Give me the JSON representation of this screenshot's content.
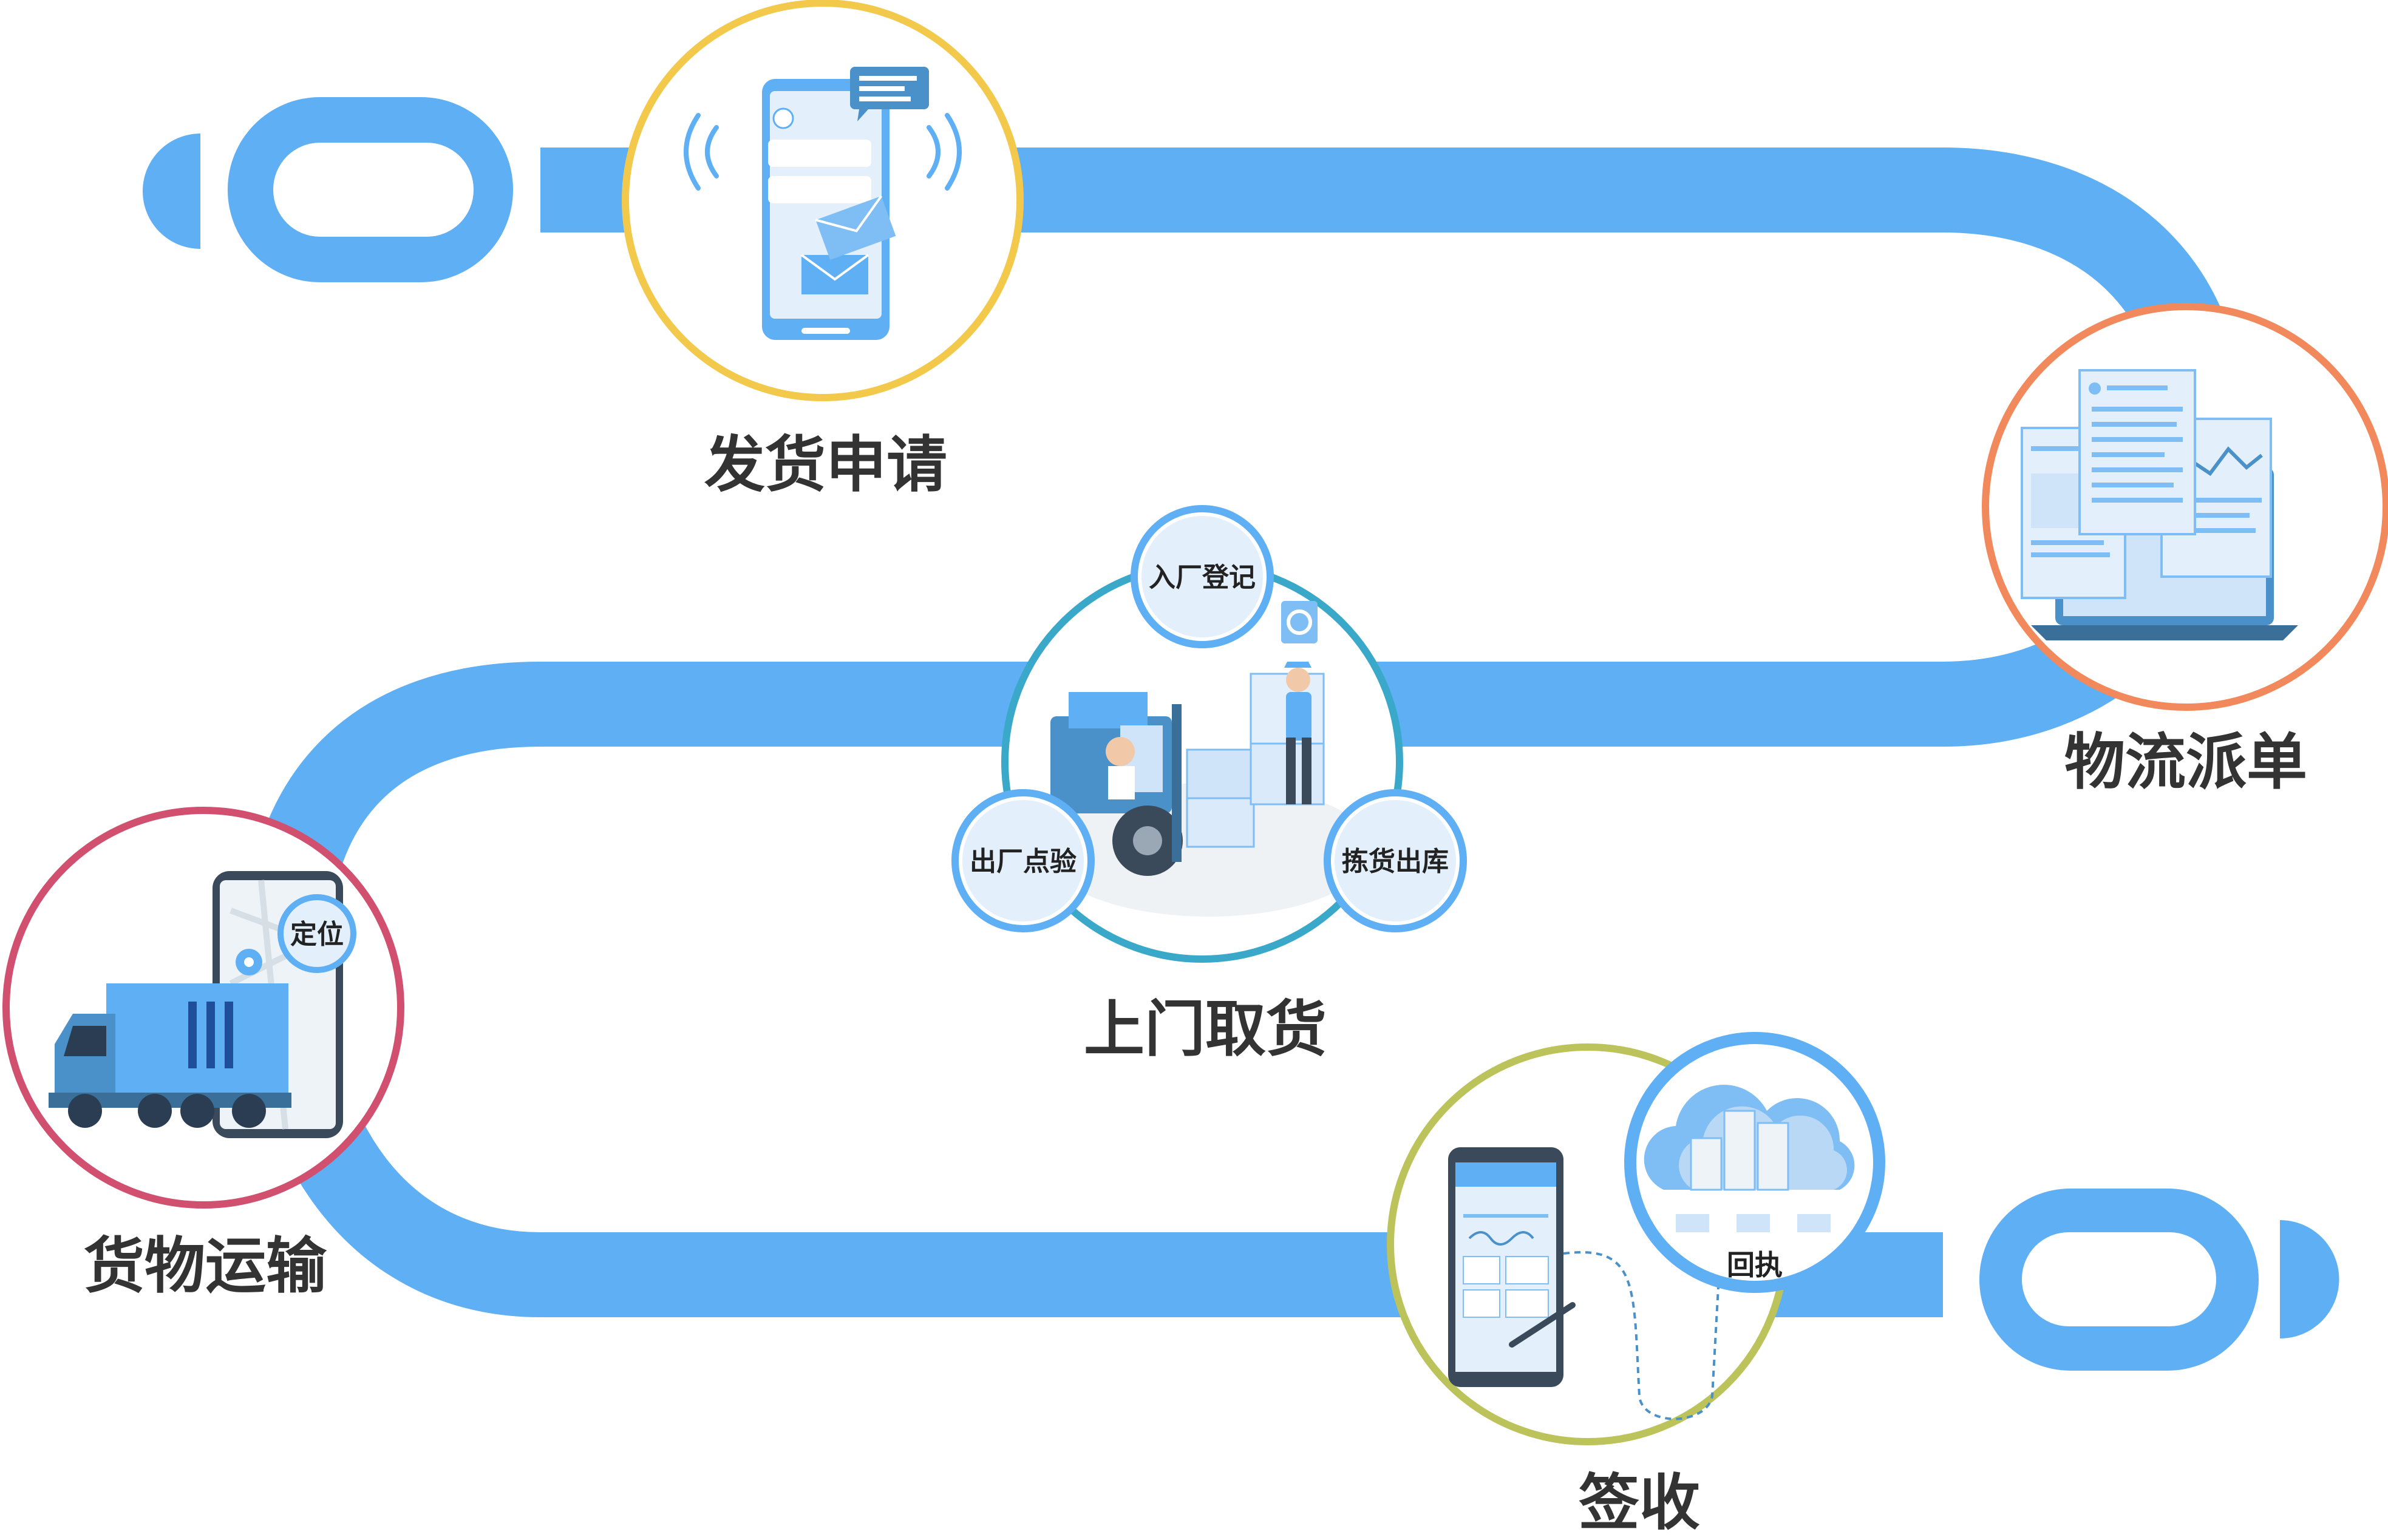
{
  "steps": {
    "apply": "发货申请",
    "dispatch": "物流派单",
    "pickup": "上门取货",
    "transport": "货物运输",
    "sign": "签收"
  },
  "substeps": {
    "entry": "入厂登记",
    "exit_check": "出厂点验",
    "picking": "拣货出库",
    "locate": "定位",
    "receipt": "回执"
  },
  "colors": {
    "track": "#5eaff3",
    "apply_ring": "#f3c94b",
    "dispatch_ring": "#f2895c",
    "pickup_ring": "#3aa8c9",
    "transport_ring": "#d1506f",
    "sign_ring": "#bcc35b"
  }
}
